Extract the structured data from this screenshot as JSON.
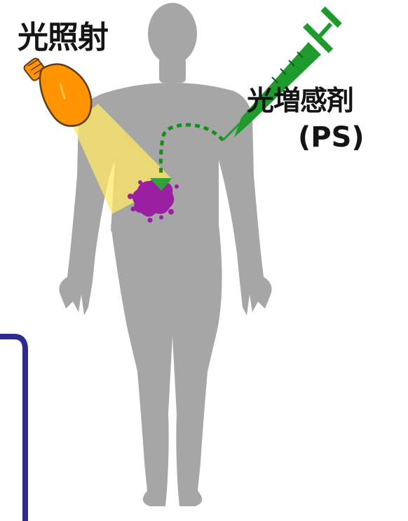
{
  "labels": {
    "light_irradiation": "光照射",
    "photosensitizer": "光増感剤",
    "photosensitizer_abbr": "(PS)"
  },
  "colors": {
    "body": "#a6a6a6",
    "bulb": "#ff9400",
    "bulb_outline": "#5e3c16",
    "light_beam": "#ffe866",
    "syringe": "#1f9b2e",
    "dotted_path": "#15901f",
    "tumor": "#9a1fa1",
    "frame": "#2d2a90"
  },
  "icons": [
    "light-bulb-icon",
    "syringe-icon",
    "tumor-icon",
    "arrow-head-icon"
  ]
}
